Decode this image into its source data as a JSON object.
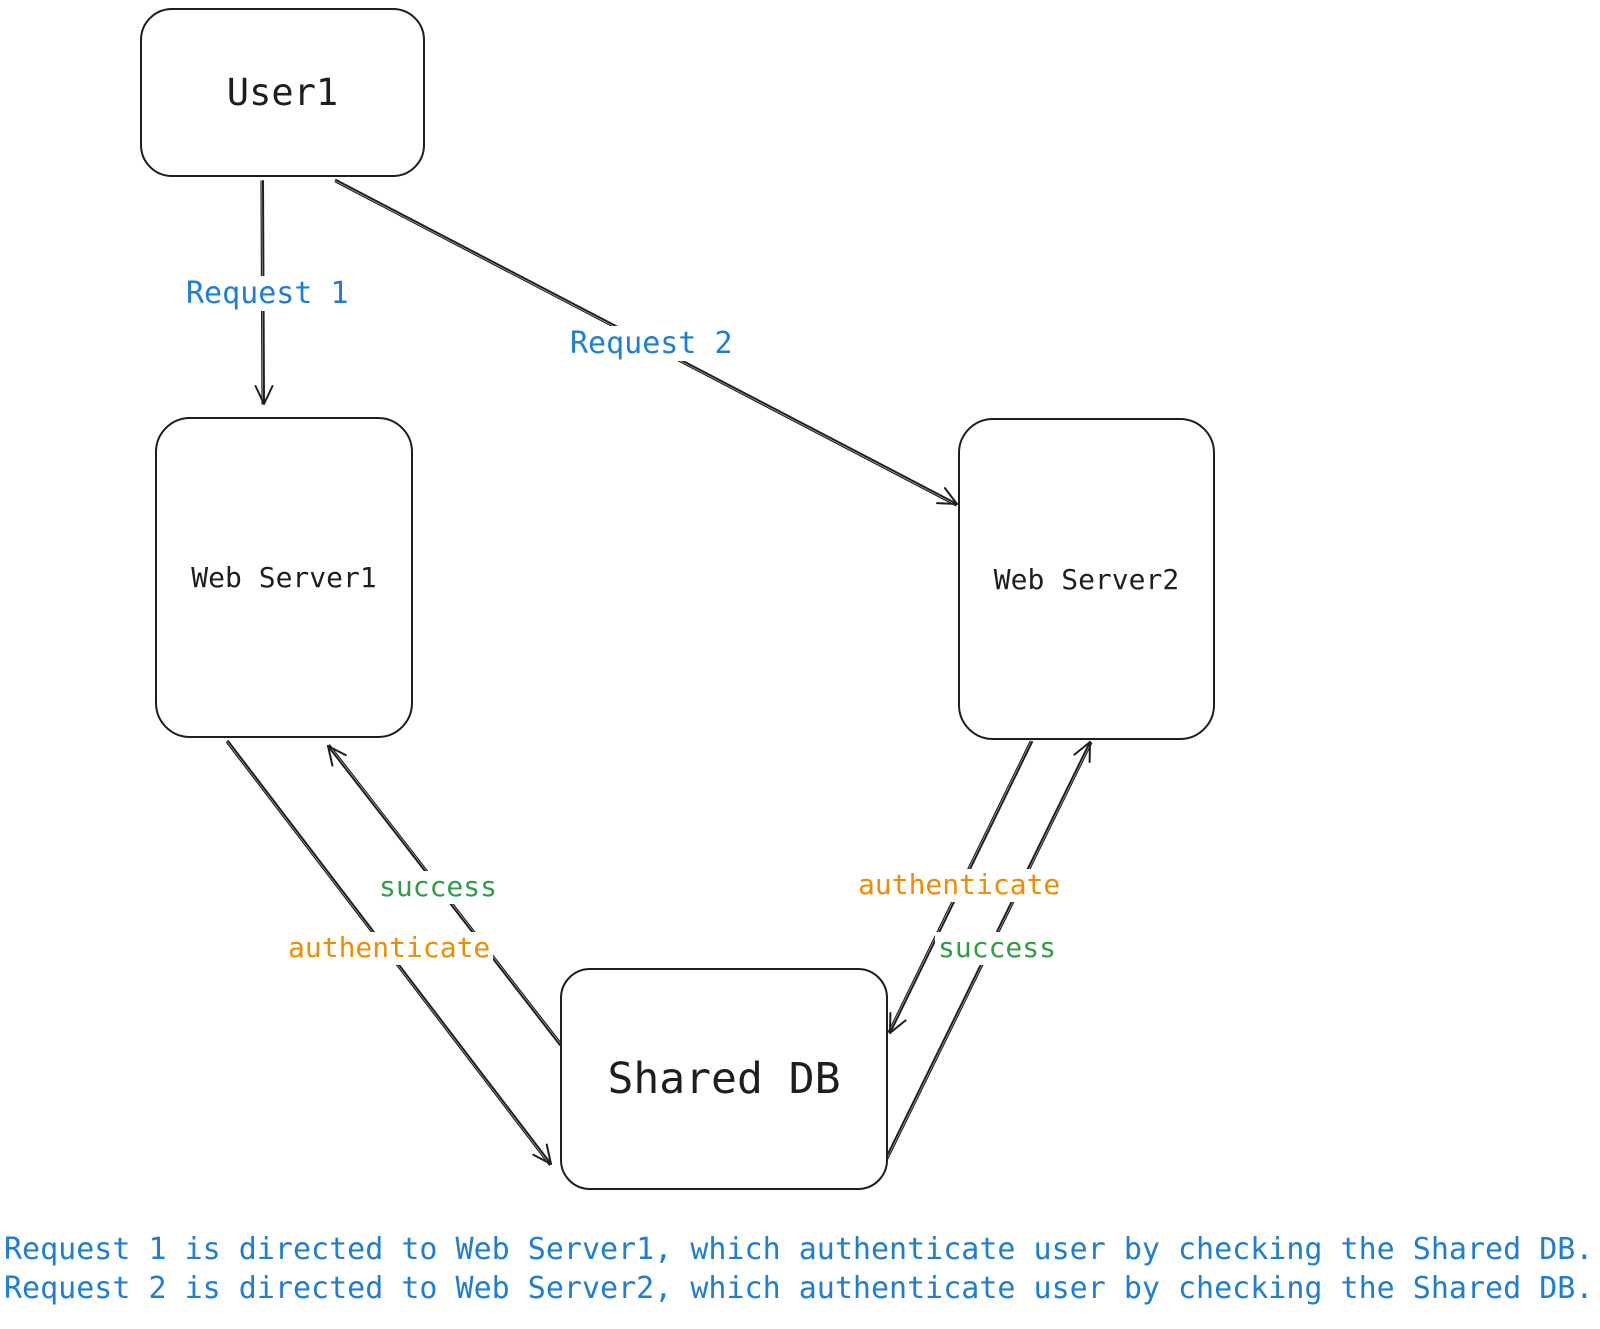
{
  "diagram": {
    "nodes": {
      "user1": {
        "label": "User1"
      },
      "web_server1": {
        "label": "Web Server1"
      },
      "web_server2": {
        "label": "Web Server2"
      },
      "shared_db": {
        "label": "Shared DB"
      }
    },
    "edges": {
      "request1": {
        "label": "Request 1",
        "from": "User1",
        "to": "Web Server1",
        "label_color": "#1c7ed6"
      },
      "request2": {
        "label": "Request 2",
        "from": "User1",
        "to": "Web Server2",
        "label_color": "#1c7ed6"
      },
      "authenticate_left": {
        "label": "authenticate",
        "from": "Web Server1",
        "to": "Shared DB",
        "label_color": "#f08c00"
      },
      "success_left": {
        "label": "success",
        "from": "Shared DB",
        "to": "Web Server1",
        "label_color": "#2f9e44"
      },
      "authenticate_right": {
        "label": "authenticate",
        "from": "Web Server2",
        "to": "Shared DB",
        "label_color": "#f08c00"
      },
      "success_right": {
        "label": "success",
        "from": "Shared DB",
        "to": "Web Server2",
        "label_color": "#2f9e44"
      }
    },
    "caption": {
      "line1": "Request 1 is directed to Web Server1, which authenticate user by checking the Shared DB.",
      "line2": "Request 2 is directed to Web Server2, which authenticate user by checking the Shared DB."
    },
    "colors": {
      "background": "#ffffff",
      "stroke": "#1e1e1e",
      "blue": "#1c7ed6",
      "green": "#2f9e44",
      "orange": "#f08c00"
    }
  }
}
